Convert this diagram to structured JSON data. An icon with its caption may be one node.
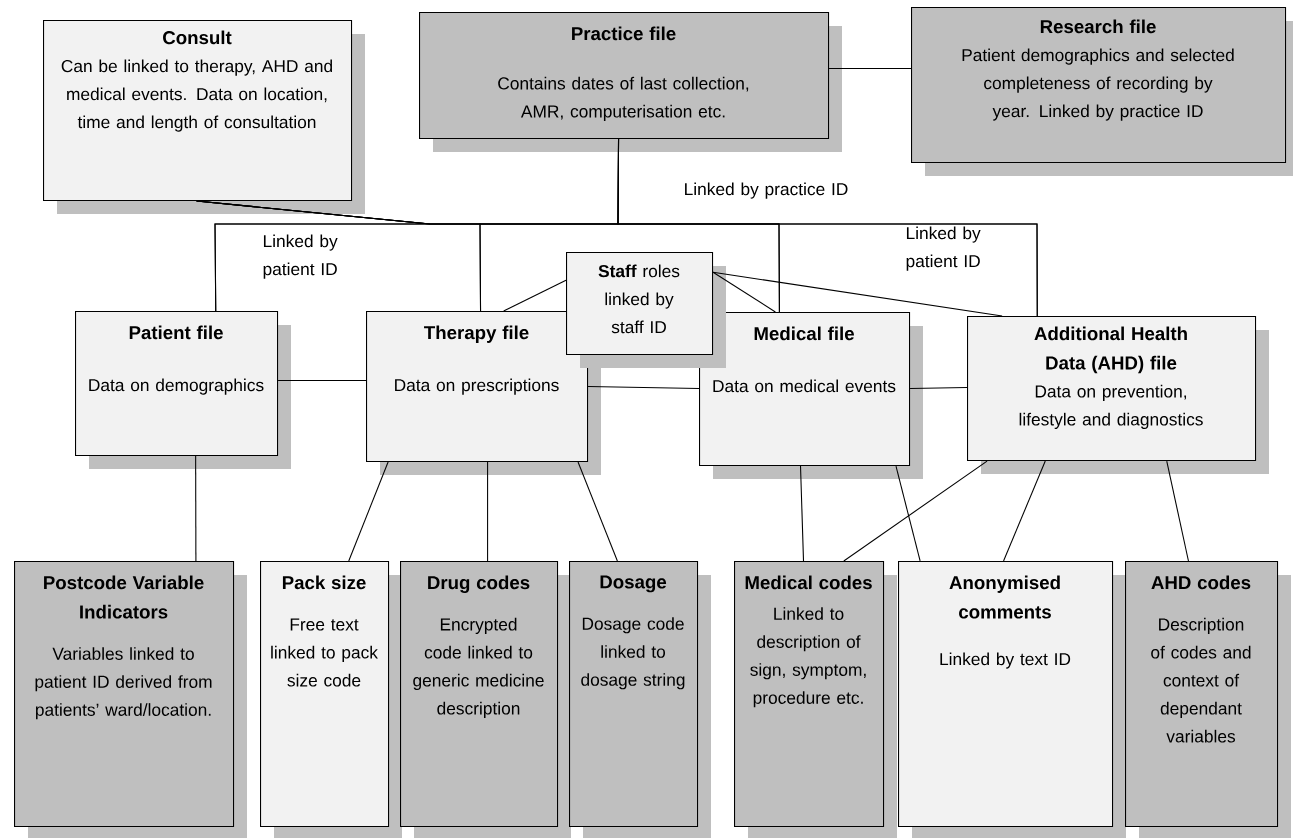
{
  "diagram": {
    "nodes": [
      {
        "text": [
          "Consult",
          "Can be linked to therapy, AHD and medical events. Data on location, time and length of consultation"
        ]
      },
      {
        "text": [
          "Practice file",
          "Contains dates of last collection, AMR, computerisation etc."
        ]
      },
      {
        "text": [
          "Research file",
          "Patient demographics and selected completeness of recording by year. Linked by practice ID"
        ]
      },
      {
        "text": [
          "**Staff** roles linked by staff ID"
        ]
      },
      {
        "text": [
          "Patient file",
          "Data on demographics"
        ]
      },
      {
        "text": [
          "Therapy file",
          "Data on prescriptions"
        ]
      },
      {
        "text": [
          "Medical file",
          "Data on medical events"
        ]
      },
      {
        "text": [
          "Additional Health Data (AHD) file",
          "Data on prevention, lifestyle and diagnostics"
        ]
      },
      {
        "text": [
          "Postcode Variable Indicators",
          "Variables linked to patient ID derived from patients’ ward/location."
        ]
      },
      {
        "text": [
          "Pack size",
          "Free text linked to pack size code"
        ]
      },
      {
        "text": [
          "Drug codes",
          "Encrypted code linked to generic medicine description"
        ]
      },
      {
        "text": [
          "Dosage",
          "Dosage code linked to dosage string"
        ]
      },
      {
        "text": [
          "Medical codes",
          "Linked to description of sign, symptom, procedure etc."
        ]
      },
      {
        "text": [
          "Anonymised comments",
          "Linked by text ID"
        ]
      },
      {
        "text": [
          "AHD codes",
          "Description of codes and context of dependant variables"
        ]
      }
    ],
    "edges": [
      {
        "from": 1,
        "to": 2,
        "arrow": "none"
      },
      {
        "from": 1,
        "to": 4,
        "arrow": "none"
      },
      {
        "from": 1,
        "to": 5,
        "arrow": "none"
      },
      {
        "from": 1,
        "to": 6,
        "arrow": "none"
      },
      {
        "from": 1,
        "to": 7,
        "arrow": "none"
      },
      {
        "from": 0,
        "to": 4,
        "arrow": "none"
      },
      {
        "from": 0,
        "to": 5,
        "arrow": "none"
      },
      {
        "from": 0,
        "to": 6,
        "arrow": "none"
      },
      {
        "from": 0,
        "to": 7,
        "arrow": "none"
      },
      {
        "from": 3,
        "to": 5,
        "arrow": "none"
      },
      {
        "from": 3,
        "to": 6,
        "arrow": "none"
      },
      {
        "from": 3,
        "to": 7,
        "arrow": "none"
      },
      {
        "from": 4,
        "to": 5,
        "arrow": "none"
      },
      {
        "from": 5,
        "to": 6,
        "arrow": "none"
      },
      {
        "from": 6,
        "to": 7,
        "arrow": "none"
      },
      {
        "from": 4,
        "to": 8,
        "arrow": "none"
      },
      {
        "from": 5,
        "to": 9,
        "arrow": "none"
      },
      {
        "from": 5,
        "to": 10,
        "arrow": "none"
      },
      {
        "from": 5,
        "to": 11,
        "arrow": "none"
      },
      {
        "from": 6,
        "to": 12,
        "arrow": "none"
      },
      {
        "from": 6,
        "to": 13,
        "arrow": "none"
      },
      {
        "from": 7,
        "to": 12,
        "arrow": "none"
      },
      {
        "from": 7,
        "to": 13,
        "arrow": "none"
      },
      {
        "from": 7,
        "to": 14,
        "arrow": "none"
      }
    ],
    "labels": [
      "Linked by practice ID",
      "Linked by patient ID",
      "Linked by patient ID"
    ]
  }
}
